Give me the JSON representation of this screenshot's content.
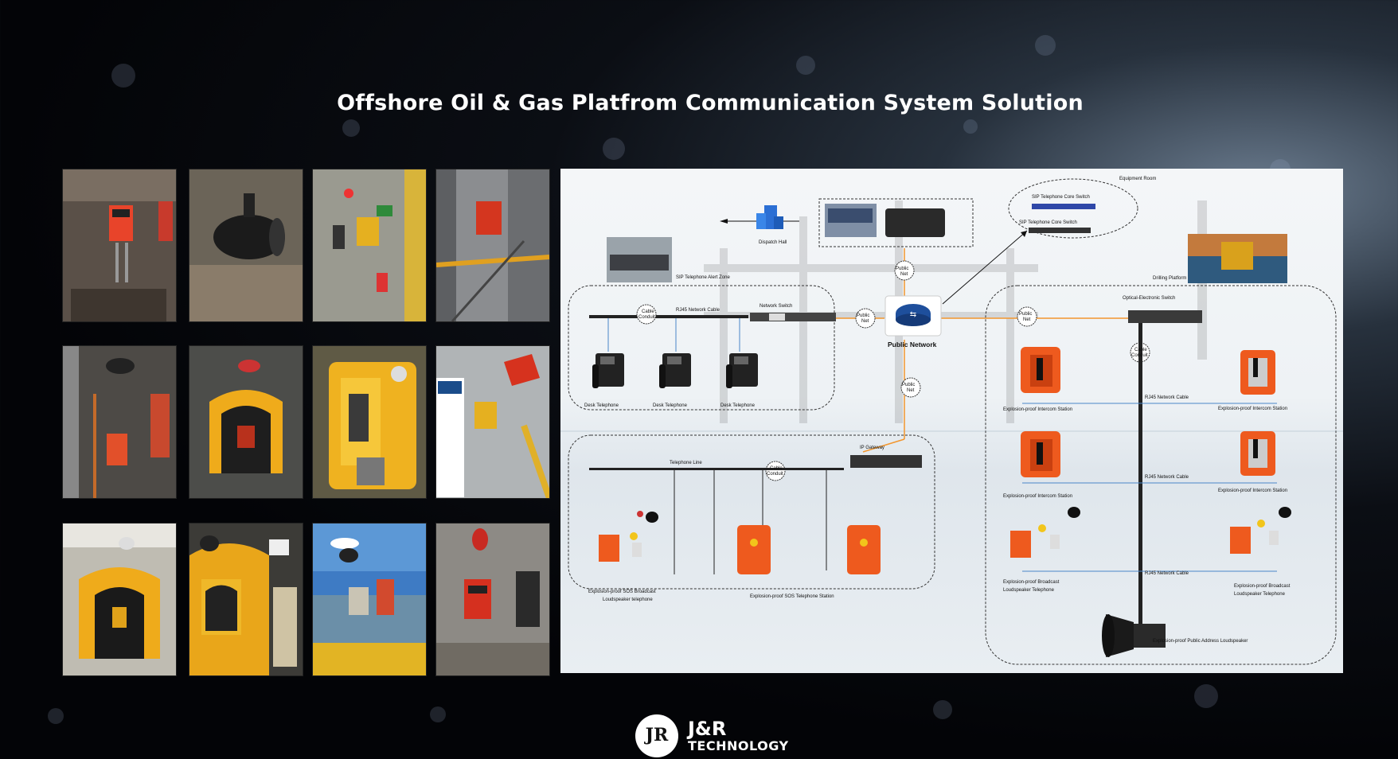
{
  "title": "Offshore Oil & Gas Platfrom Communication System Solution",
  "photos": [
    {
      "alt": "Red explosion-proof telephone on platform"
    },
    {
      "alt": "Horn loudspeaker"
    },
    {
      "alt": "Yellow telephone with signs"
    },
    {
      "alt": "Red telephone on stairway"
    },
    {
      "alt": "Telephone with loudspeaker"
    },
    {
      "alt": "Yellow acoustic hood"
    },
    {
      "alt": "Yellow telephone cabinet"
    },
    {
      "alt": "Yellow telephone with sign"
    },
    {
      "alt": "Yellow hood phone"
    },
    {
      "alt": "Yellow hood with lamp"
    },
    {
      "alt": "Telephone at sea view"
    },
    {
      "alt": "Red telephone with beacon"
    }
  ],
  "diagram": {
    "equipment_room": "Equipment Room",
    "sip_core_switch_1": "SIP Telephone Core Switch",
    "sip_core_switch_2": "SIP Telephone Core Switch",
    "dispatch_hall": "Dispatch Hall",
    "sip_alert_zone": "SIP Telephone Alert Zone",
    "drilling_platform": "Drilling Platform",
    "optical_switch": "Optical-Electronic Switch",
    "network_switch": "Network Switch",
    "rj45_cable": "RJ45 Network Cable",
    "cable_conduit_1": "Cable",
    "cable_conduit_2": "Conduit",
    "public_net_1": "Public",
    "public_net_2": "Net",
    "public_network": "Public Network",
    "desk_telephone": "Desk Telephone",
    "ip_gateway": "IP Gateway",
    "telephone_line": "Telephone Line",
    "sos_broadcast_1": "Explosion-proof SOS Broadcast",
    "sos_broadcast_2": "Loudspeaker telephone",
    "sos_station": "Explosion-proof SOS Telephone Station",
    "intercom_station": "Explosion-proof Intercom Station",
    "broadcast_phone_1": "Explosion-proof Broadcast",
    "broadcast_phone_2": "Loudspeaker Telephone",
    "pa_loudspeaker": "Explosion-proof Public Address Loudspeaker"
  },
  "logo": {
    "mark": "JR",
    "name": "J&R",
    "sub": "TECHNOLOGY"
  },
  "colors": {
    "orange_link": "#f2962e",
    "blue_link": "#4a86c8",
    "device_orange": "#ee5a1e",
    "dashed_zone": "#333333"
  }
}
